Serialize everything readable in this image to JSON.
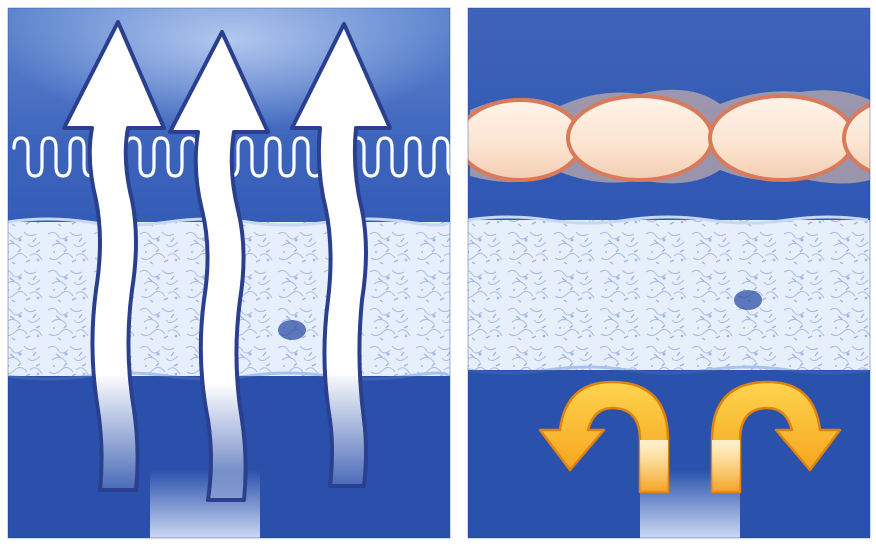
{
  "figure": {
    "panels": [
      {
        "id": "left",
        "depicts": [
          "membrane-coil-row",
          "porous-fiber-layer",
          "upward-arrows"
        ],
        "arrow_count": 3,
        "coil_groups": 4
      },
      {
        "id": "right",
        "depicts": [
          "sealed-bead-chain",
          "porous-fiber-layer",
          "deflecting-arrows"
        ],
        "bead_count": 4,
        "deflect_arrow_count": 2
      }
    ],
    "colors": {
      "background_blue": "#2f57b3",
      "deep_blue": "#234aa6",
      "light_blue": "#8fb4e8",
      "fiber_white": "#eef3fc",
      "arrow_white": "#ffffff",
      "arrow_outline": "#2b3f8f",
      "bead_fill": "#fbe7d6",
      "bead_outline": "#d9795a",
      "curl_orange": "#f4a21a",
      "curl_yellow": "#ffd24a",
      "divider": "#ffffff"
    },
    "icons": {
      "up_arrow": "up-arrow-icon",
      "left_deflect": "curved-arrow-left-icon",
      "right_deflect": "curved-arrow-right-icon"
    }
  }
}
